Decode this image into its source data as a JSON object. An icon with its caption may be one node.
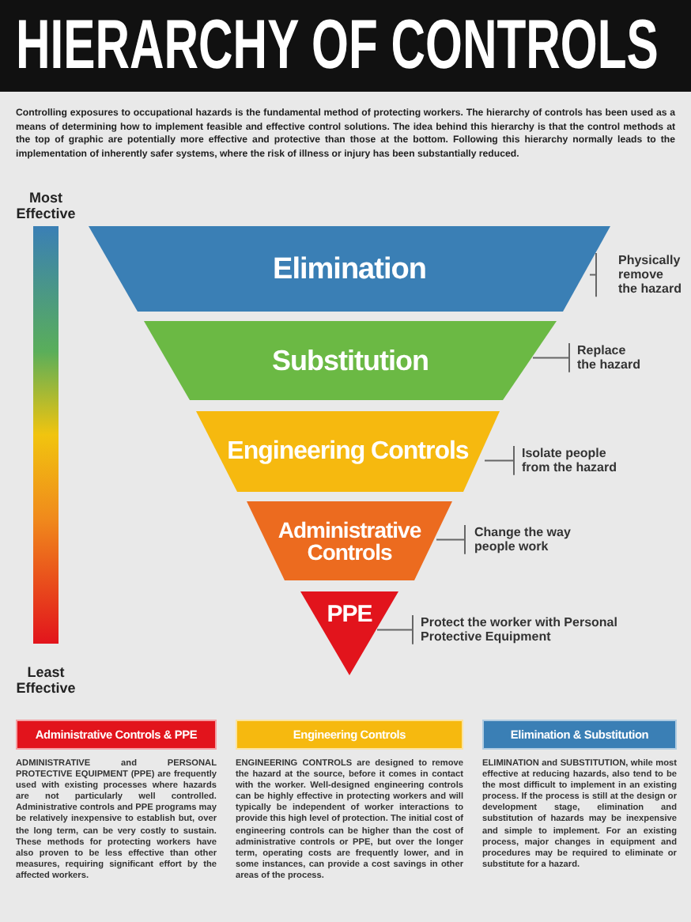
{
  "diagram": {
    "title": "HIERARCHY OF CONTROLS",
    "nodes": [
      {
        "text": [
          "Elimination"
        ],
        "beside": [
          "Physically remove the hazard"
        ]
      },
      {
        "text": [
          "Substitution"
        ],
        "beside": [
          "Replace the hazard"
        ]
      },
      {
        "text": [
          "Engineering Controls"
        ],
        "beside": [
          "Isolate people from the hazard"
        ]
      },
      {
        "text": [
          "Administrative Controls"
        ],
        "beside": [
          "Change the way people work"
        ]
      },
      {
        "text": [
          "PPE"
        ],
        "beside": [
          "Protect the worker with Personal Protective Equipment"
        ]
      },
      {
        "text": [
          "Administrative Controls & PPE"
        ],
        "beside": [
          "ADMINISTRATIVE and PERSONAL PROTECTIVE EQUIPMENT (PPE) are frequently used with existing processes where hazards are not particularly well controlled. Administrative controls and PPE programs may be relatively inexpensive to establish but, over the long term, can be very costly to sustain. These methods for protecting workers have also proven to be less effective than other measures, requiring significant effort by the affected workers."
        ]
      },
      {
        "text": [
          "Engineering Controls"
        ],
        "beside": [
          "ENGINEERING CONTROLS are designed to remove the hazard at the source, before it comes in contact with the worker. Well-designed engineering controls can be highly effective in protecting workers and will typically be independent of worker interactions to provide this high level of protection. The initial cost of engineering controls can be higher than the cost of administrative controls or PPE, but over the longer term, operating costs are frequently lower, and in some instances, can provide a cost savings in other areas of the process."
        ]
      },
      {
        "text": [
          "Elimination & Substitution"
        ],
        "beside": [
          "ELIMINATION and SUBSTITUTION, while most effective at reducing hazards, also tend to be the most difficult to implement in an existing process. If the process is still at the design or development stage, elimination and substitution of hazards may be inexpensive and simple to implement. For an existing process, major changes in equipment and procedures may be required to eliminate or substitute for a hazard."
        ]
      }
    ],
    "labels": [
      "Controlling exposures to occupational hazards is the fundamental method of protecting workers. The hierarchy of controls has been used as a means of determining how to implement feasible and effective control solutions. The idea behind this hierarchy is that the control methods at the top of graphic are potentially more effective and protective than those at the bottom. Following this hierarchy normally leads to the implementation of inherently safer systems, where the risk of illness or injury has been substantially reduced.",
      "Most Effective",
      "Least Effective"
    ]
  }
}
